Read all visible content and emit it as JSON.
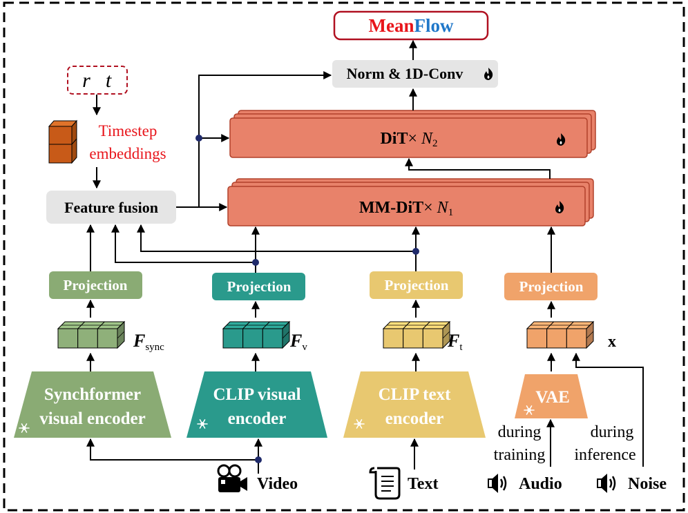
{
  "title": {
    "part1": "Mean",
    "part2": "Flow",
    "color1": "#e8151b",
    "color2": "#1f77c9"
  },
  "timestep": {
    "r": "r",
    "t": "t",
    "label_line1": "Timestep",
    "label_line2": "embeddings"
  },
  "norm_conv": {
    "label": "Norm & 1D-Conv",
    "icon": "fire-icon"
  },
  "dit": {
    "label": "DiT",
    "times": "× ",
    "n": "N",
    "sub": "2",
    "icon": "fire-icon"
  },
  "mmdit": {
    "label": "MM-DiT",
    "times": "× ",
    "n": "N",
    "sub": "1",
    "icon": "fire-icon"
  },
  "feature_fusion": {
    "label": "Feature fusion"
  },
  "projections": [
    {
      "label": "Projection",
      "color": "#8aab74"
    },
    {
      "label": "Projection",
      "color": "#2a9a8c"
    },
    {
      "label": "Projection",
      "color": "#e8c870"
    },
    {
      "label": "Projection",
      "color": "#f0a36a"
    }
  ],
  "features": [
    {
      "main": "F",
      "sub": "sync",
      "color": "#8fb07a"
    },
    {
      "main": "F",
      "sub": "v",
      "color": "#2a9a8c"
    },
    {
      "main": "F",
      "sub": "t",
      "color": "#e8c870"
    },
    {
      "main": "x",
      "sub": "",
      "color": "#f0a36a"
    }
  ],
  "encoders": [
    {
      "line1": "Synchformer",
      "line2": "visual encoder",
      "color": "#8aab74",
      "icon": "snowflake-icon"
    },
    {
      "line1": "CLIP visual",
      "line2": "encoder",
      "color": "#2a9a8c",
      "icon": "snowflake-icon"
    },
    {
      "line1": "CLIP text",
      "line2": "encoder",
      "color": "#e8c870",
      "icon": "snowflake-icon"
    },
    {
      "line1": "VAE",
      "line2": "",
      "color": "#f0a36a",
      "icon": "snowflake-icon"
    }
  ],
  "inputs": {
    "video": {
      "label": "Video",
      "icon": "video-camera-icon"
    },
    "text": {
      "label": "Text",
      "icon": "scroll-icon"
    },
    "audio": {
      "label": "Audio",
      "icon": "speaker-icon"
    },
    "noise": {
      "label": "Noise",
      "icon": "speaker-icon"
    }
  },
  "during_training": {
    "line1": "during",
    "line2": "training"
  },
  "during_inference": {
    "line1": "during",
    "line2": "inference"
  },
  "colors": {
    "dit": "#e8826a",
    "gray_box": "#e5e5e5",
    "arrow": "#000000",
    "dot": "#1f2a6b",
    "red_text": "#e8151b"
  }
}
